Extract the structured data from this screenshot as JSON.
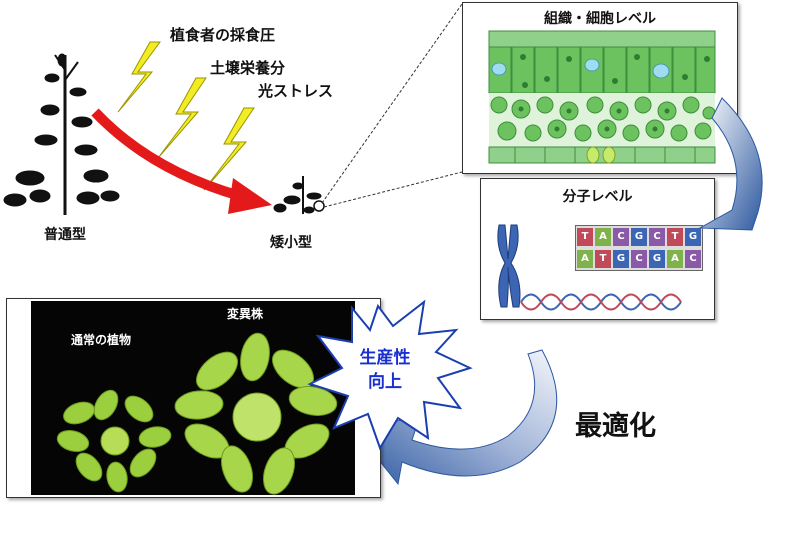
{
  "stress_factors": [
    "植食者の採食圧",
    "土壌栄養分",
    "光ストレス"
  ],
  "plants": {
    "normal": "普通型",
    "dwarf": "矮小型"
  },
  "levels": {
    "tissue": "組織・細胞レベル",
    "molecular": "分子レベル"
  },
  "dna_sequence": {
    "top": [
      "T",
      "A",
      "C",
      "G",
      "C",
      "T",
      "G"
    ],
    "bottom": [
      "A",
      "T",
      "G",
      "C",
      "G",
      "A",
      "C"
    ]
  },
  "photo": {
    "normal_label": "通常の植物",
    "mutant_label": "変異株"
  },
  "burst": {
    "line1": "生産性",
    "line2": "向上"
  },
  "optimize_label": "最適化",
  "colors": {
    "arrow_red": "#e41a1a",
    "bolt_yellow": "#f2ec24",
    "curve_blue": "#2c58a0",
    "burst_text": "#1a2fd0",
    "cell_green": "#6cc25f"
  }
}
